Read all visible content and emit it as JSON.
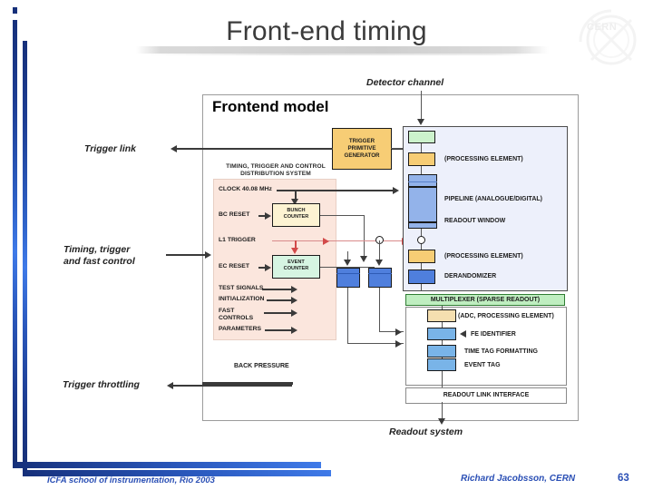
{
  "slide": {
    "title": "Front-end timing",
    "watermark": "CERN"
  },
  "figure": {
    "heading": "Frontend model",
    "annotations": {
      "detector_channel": "Detector channel",
      "trigger_link": "Trigger link",
      "timing_trigger_fast_control": "Timing, trigger\nand fast control",
      "trigger_throttling": "Trigger throttling",
      "readout_system": "Readout system"
    },
    "ttc": {
      "caption_line1": "TIMING, TRIGGER AND CONTROL",
      "caption_line2": "DISTRIBUTION SYSTEM",
      "signals": [
        "CLOCK 40.08 MHz",
        "BC RESET",
        "L1 TRIGGER",
        "EC RESET",
        "TEST SIGNALS",
        "INITIALIZATION",
        "FAST",
        "CONTROLS",
        "PARAMETERS"
      ],
      "counters": [
        "BUNCH COUNTER",
        "EVENT COUNTER"
      ],
      "back_pressure": "BACK PRESSURE"
    },
    "trigger_primitive_generator": "TRIGGER PRIMITIVE GENERATOR",
    "channel_chain": [
      "(PROCESSING ELEMENT)",
      "PIPELINE (ANALOGUE/DIGITAL)",
      "READOUT WINDOW",
      "(PROCESSING ELEMENT)",
      "DERANDOMIZER"
    ],
    "multiplexer": "MULTIPLEXER (SPARSE READOUT)",
    "readout_chain": [
      "(ADC, PROCESSING ELEMENT)",
      "FE IDENTIFIER",
      "TIME TAG     FORMATTING",
      "EVENT TAG"
    ],
    "readout_link_interface": "READOUT LINK INTERFACE"
  },
  "footer": {
    "left": "ICFA school of instrumentation, Rio 2003",
    "right": "Richard Jacobsson, CERN",
    "page": "63"
  }
}
